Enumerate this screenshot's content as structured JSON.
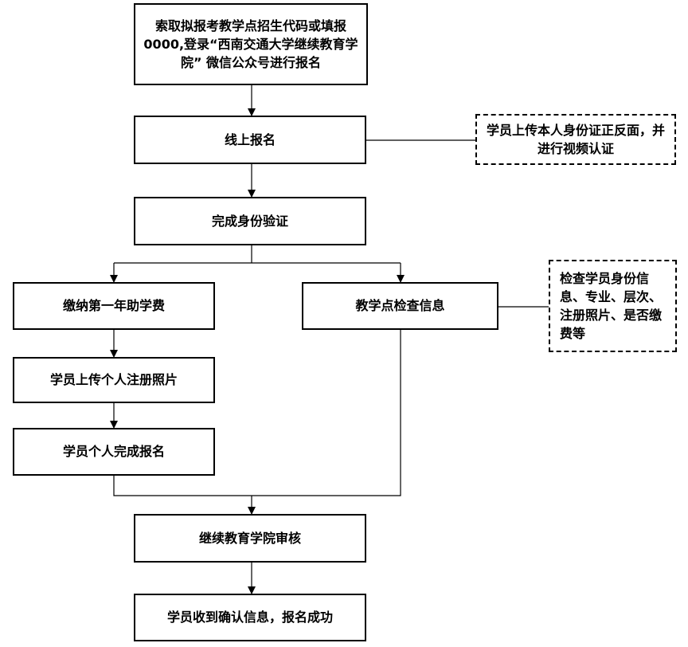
{
  "steps": {
    "get_code": "索取拟报考教学点招生代码或填报0000,登录“西南交通大学继续教育学院” 微信公众号进行报名",
    "online_signup": "线上报名",
    "identity_verify": "完成身份验证",
    "pay_fee": "缴纳第一年助学费",
    "upload_photo": "学员上传个人注册照片",
    "complete_signup": "学员个人完成报名",
    "school_check": "教学点检查信息",
    "college_review": "继续教育学院审核",
    "success": "学员收到确认信息，报名成功"
  },
  "notes": {
    "id_upload": "学员上传本人身份证正反面，并进行视频认证",
    "check_items": "检查学员身份信息、专业、层次、注册照片、是否缴费等"
  }
}
